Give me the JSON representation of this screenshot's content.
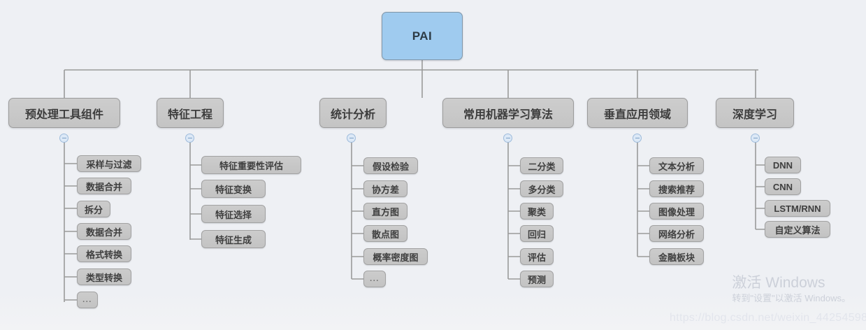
{
  "diagram": {
    "root": {
      "label": "PAI"
    },
    "branches": [
      {
        "label": "预处理工具组件",
        "children": [
          "采样与过滤",
          "数据合并",
          "拆分",
          "数据合并",
          "格式转换",
          "类型转换",
          "..."
        ]
      },
      {
        "label": "特征工程",
        "children": [
          "特征重要性评估",
          "特征变换",
          "特征选择",
          "特征生成"
        ]
      },
      {
        "label": "统计分析",
        "children": [
          "假设检验",
          "协方差",
          "直方图",
          "散点图",
          "概率密度图",
          "..."
        ]
      },
      {
        "label": "常用机器学习算法",
        "children": [
          "二分类",
          "多分类",
          "聚类",
          "回归",
          "评估",
          "预测"
        ]
      },
      {
        "label": "垂直应用领域",
        "children": [
          "文本分析",
          "搜索推荐",
          "图像处理",
          "网络分析",
          "金融板块"
        ]
      },
      {
        "label": "深度学习",
        "children": [
          "DNN",
          "CNN",
          "LSTM/RNN",
          "自定义算法"
        ]
      }
    ]
  },
  "watermark": {
    "windows_title": "激活 Windows",
    "windows_subtitle": "转到\"设置\"以激活 Windows。",
    "blog_url": "https://blog.csdn.net/weixin_44254598"
  },
  "colors": {
    "background": "#eff0f4",
    "root_fill": "#9fcbef",
    "root_border": "#8096a8",
    "node_fill": "#c8c8c8",
    "node_border": "#9b9b9b",
    "wire": "#9a9a9a",
    "collapse_fill": "#dce8f6",
    "collapse_border": "#9dbbdb"
  }
}
